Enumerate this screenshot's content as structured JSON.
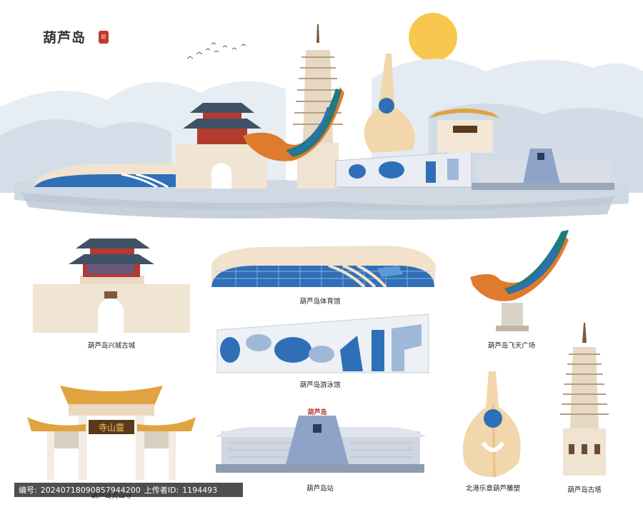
{
  "header": {
    "city_title": "葫芦岛",
    "seal_text": "印"
  },
  "landmarks": [
    {
      "id": "xingcheng",
      "caption": "葫芦岛兴城古城"
    },
    {
      "id": "gym",
      "caption": "葫芦岛体育馆"
    },
    {
      "id": "pool",
      "caption": "葫芦岛游泳馆"
    },
    {
      "id": "feitian",
      "caption": "葫芦岛飞天广场"
    },
    {
      "id": "lingshan",
      "caption": "葫芦岛灵山寺"
    },
    {
      "id": "station",
      "caption": "葫芦岛站"
    },
    {
      "id": "sculpture",
      "caption": "北港乐章葫芦雕塑"
    },
    {
      "id": "pagoda",
      "caption": "葫芦岛古塔"
    }
  ],
  "signs": {
    "temple_plaque": "寺山靈",
    "station_sign": "葫芦岛"
  },
  "footer": {
    "id_label": "编号:",
    "id_value": "20240718090857944200",
    "uploader_label": "上传者ID:",
    "uploader_value": "1194493"
  },
  "colors": {
    "sky_blue": "#dfe8f0",
    "mountain": "#c9d6e2",
    "glass_blue": "#2f6fb8",
    "roof_dark": "#3f5266",
    "roof_gold": "#e0a340",
    "sand": "#f3dcbf",
    "wall": "#f1e6d6",
    "sun": "#f7c44c",
    "ribbon_teal": "#1f7c7a",
    "ribbon_orange": "#e07a2c"
  }
}
